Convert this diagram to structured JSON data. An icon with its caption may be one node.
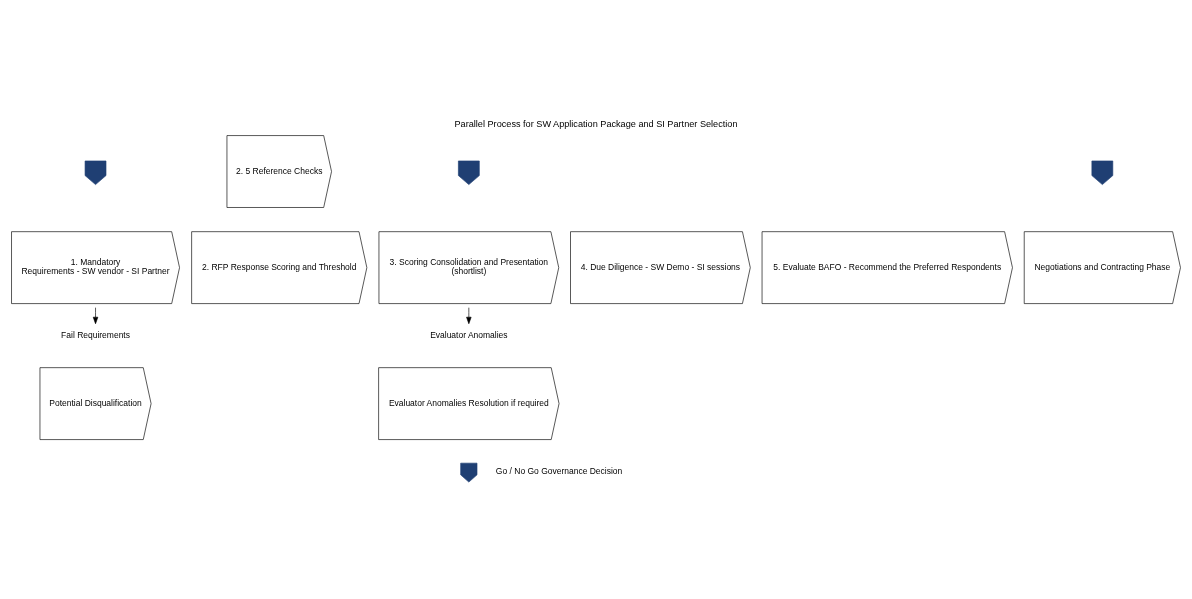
{
  "diagram": {
    "title": "Parallel Process for SW Application Package and SI Partner Selection",
    "nodes": [
      {
        "text": [
          "1. Mandatory",
          "Requirements - SW vendor - SI Partner"
        ]
      },
      {
        "text": [
          "2. 5 Reference Checks"
        ]
      },
      {
        "text": [
          "2. RFP Response Scoring and Threshold"
        ]
      },
      {
        "text": [
          "3. Scoring Consolidation and Presentation",
          "(shortlist)"
        ]
      },
      {
        "text": [
          "4. Due Diligence - SW Demo - SI sessions"
        ]
      },
      {
        "text": [
          "5. Evaluate BAFO - Recommend the Preferred Respondents"
        ]
      },
      {
        "text": [
          "Negotiations and Contracting Phase"
        ]
      },
      {
        "text": [
          "Fail Requirements"
        ]
      },
      {
        "text": [
          "Potential Disqualification"
        ]
      },
      {
        "text": [
          "Evaluator Anomalies"
        ]
      },
      {
        "text": [
          "Evaluator Anomalies Resolution if required"
        ]
      },
      {
        "text": [],
        "shape": "pentagon"
      },
      {
        "text": [],
        "shape": "pentagon"
      },
      {
        "text": [],
        "shape": "pentagon"
      }
    ],
    "edges": [
      {
        "from": 0,
        "to": 7,
        "arrow": "to"
      },
      {
        "from": 3,
        "to": 9,
        "arrow": "to"
      }
    ],
    "legend": [
      {
        "text": "Go / No Go Governance Decision",
        "color": "#1f3f73"
      }
    ]
  }
}
